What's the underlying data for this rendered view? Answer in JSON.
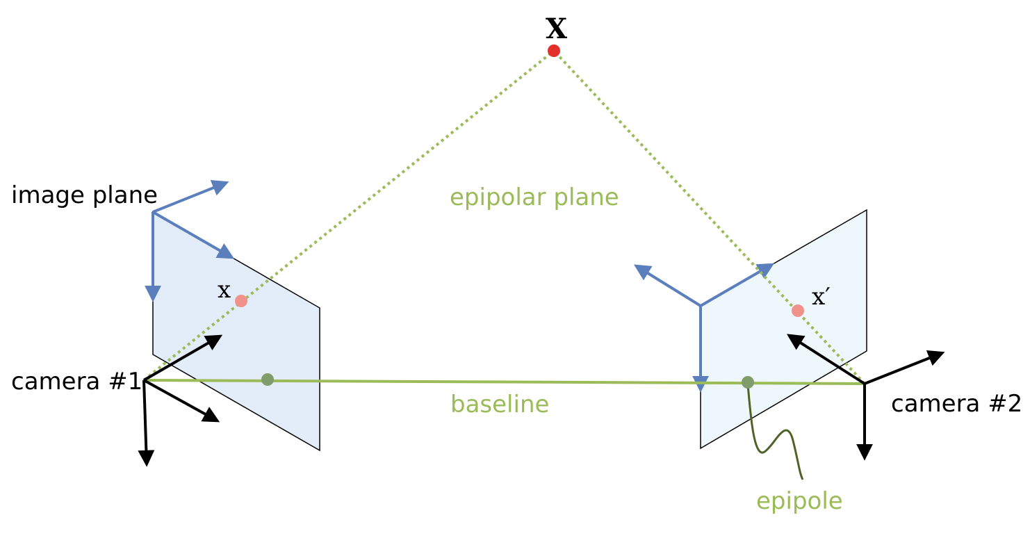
{
  "labels": {
    "world_point": "X",
    "image_point_1": "x",
    "image_point_2": "x′",
    "image_plane": "image plane",
    "epipolar_plane": "epipolar plane",
    "camera_1": "camera #1",
    "camera_2": "camera #2",
    "baseline": "baseline",
    "epipole": "epipole"
  },
  "colors": {
    "plane1_fill": "#e3ecf9",
    "plane2_fill": "#eef8fc",
    "plane_stroke": "#000000",
    "image_axes": "#5b7fbd",
    "camera_axes": "#000000",
    "ray_dotted": "#9bbb59",
    "baseline": "#9bbb59",
    "world_point": "#e3312a",
    "image_point": "#f0928a",
    "epipole_point": "#7f9c6a",
    "epipole_leader": "#4f6228",
    "green_text": "#9bbb59"
  }
}
